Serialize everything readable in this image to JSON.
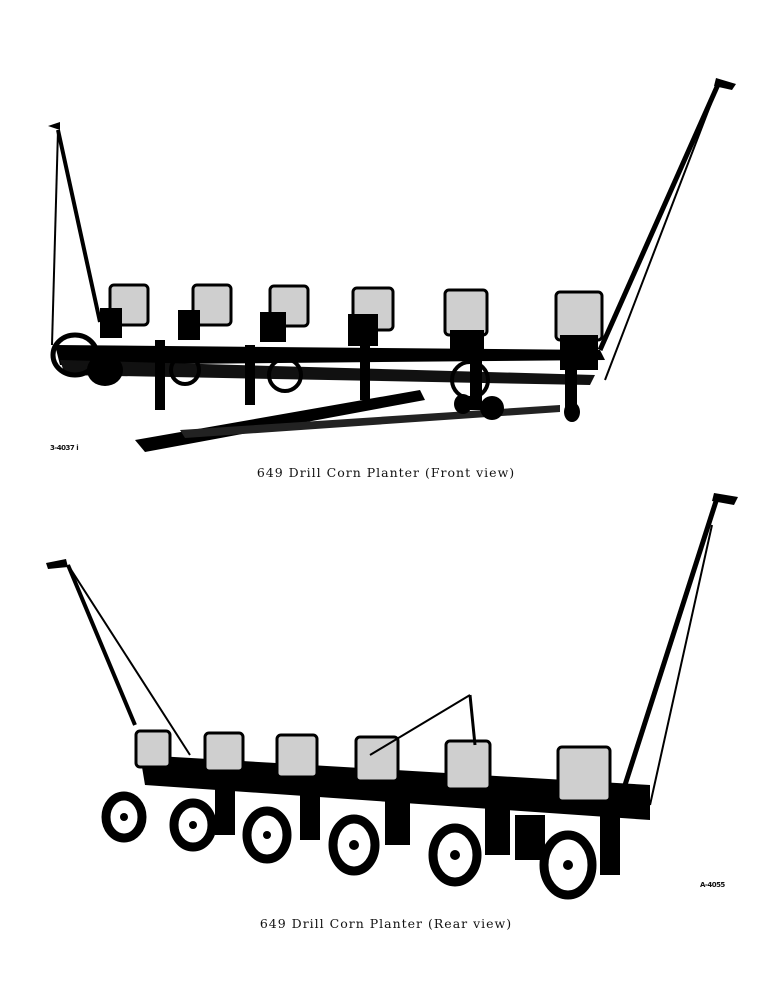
{
  "figures": [
    {
      "caption": "649 Drill Corn Planter (Front view)",
      "image_label": "649 Drill Corn Planter front view photograph",
      "negative_number": "3-4037 i"
    },
    {
      "caption": "649 Drill Corn Planter (Rear view)",
      "image_label": "649 Drill Corn Planter rear view photograph",
      "negative_number": "A-4055"
    }
  ]
}
